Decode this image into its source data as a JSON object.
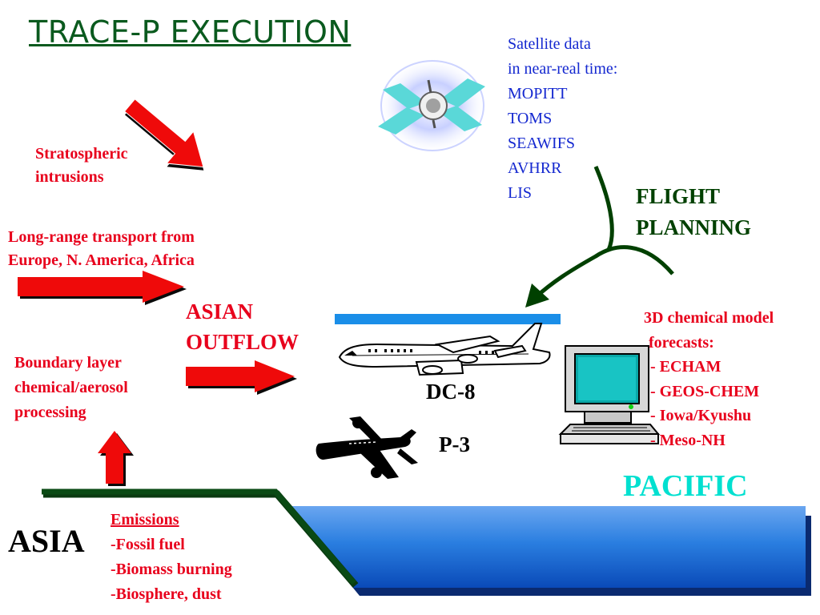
{
  "title": "TRACE-P EXECUTION",
  "satellite": {
    "heading": [
      "Satellite data",
      "in near-real time:"
    ],
    "instruments": [
      "MOPITT",
      "TOMS",
      "SEAWIFS",
      "AVHRR",
      "LIS"
    ]
  },
  "flight_planning": [
    "FLIGHT",
    "PLANNING"
  ],
  "stratospheric": [
    "Stratospheric",
    "intrusions"
  ],
  "long_range": [
    "Long-range transport from",
    "Europe, N. America, Africa"
  ],
  "asian_outflow": [
    "ASIAN",
    "OUTFLOW"
  ],
  "boundary_layer": [
    "Boundary layer",
    "chemical/aerosol",
    "processing"
  ],
  "models": {
    "heading": [
      "3D chemical model",
      "forecasts:"
    ],
    "items": [
      "- ECHAM",
      "- GEOS-CHEM",
      "- Iowa/Kyushu",
      "- Meso-NH"
    ]
  },
  "aircraft": {
    "dc8": "DC-8",
    "p3": "P-3"
  },
  "pacific": "PACIFIC",
  "asia": "ASIA",
  "emissions": {
    "heading": "Emissions",
    "items": [
      "-Fossil fuel",
      "-Biomass burning",
      "-Biosphere, dust"
    ]
  },
  "colors": {
    "title_green": "#0a5a1e",
    "label_red": "#e8001c",
    "satellite_blue": "#1428d0",
    "flight_green": "#004000",
    "pacific_cyan": "#00e0d0",
    "ocean_blue": "#1a6fd8",
    "land_green": "#0a4a14"
  }
}
